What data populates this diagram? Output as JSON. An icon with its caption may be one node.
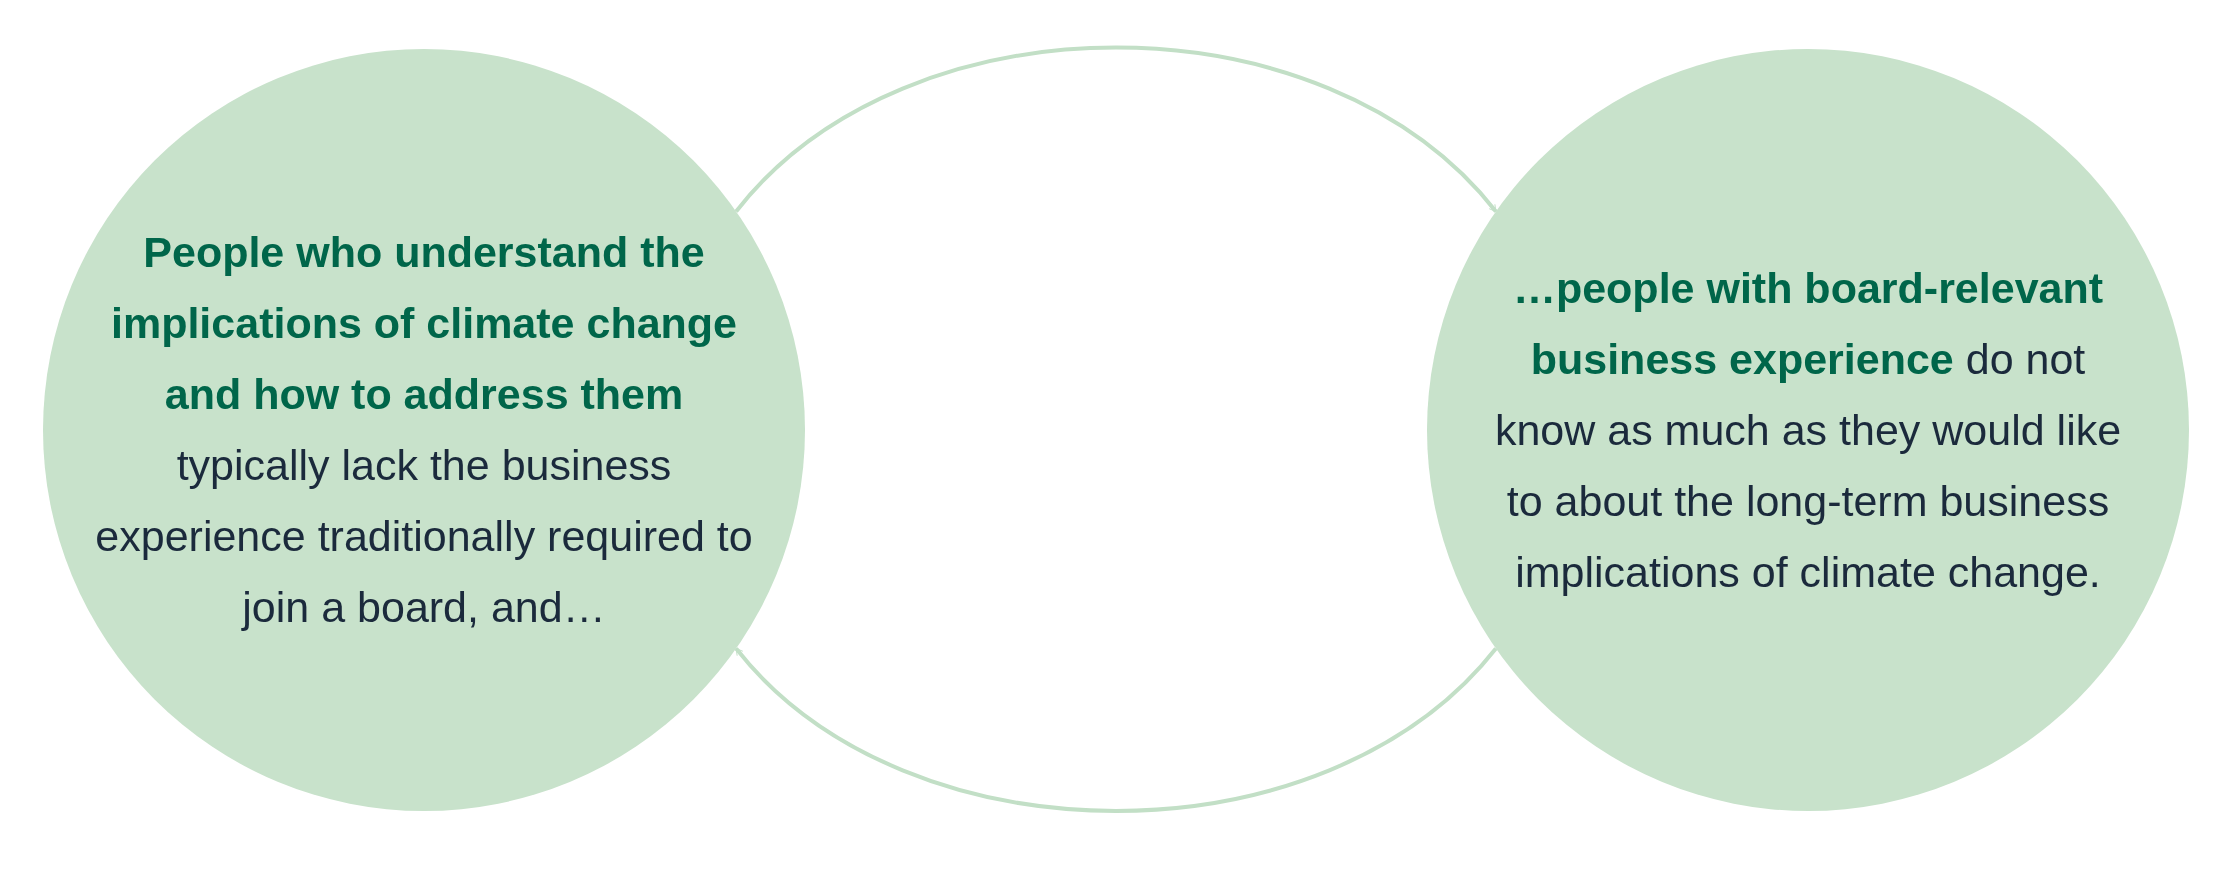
{
  "diagram": {
    "nodes": [
      {
        "text": [
          "**People who understand the implications of climate change and how to address them** typically lack the business experience traditionally required to join a board, and…"
        ]
      },
      {
        "text": [
          "**…people with board-relevant business experience** do not know as much as they would like to about the long-term business implications of climate change."
        ]
      }
    ],
    "edges": [
      {
        "from": 0,
        "to": 1,
        "arrow": "to"
      },
      {
        "from": 1,
        "to": 0,
        "arrow": "to"
      }
    ]
  }
}
